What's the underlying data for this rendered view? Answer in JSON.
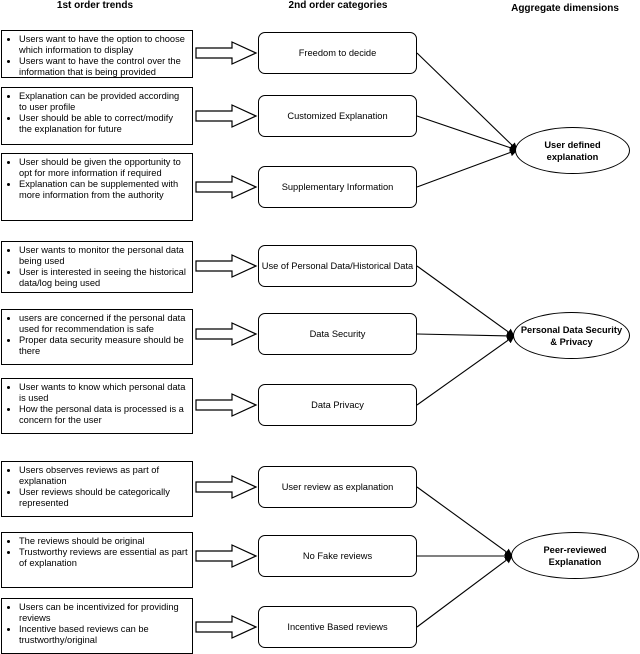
{
  "headers": {
    "first_order": "1st order trends",
    "second_order": "2nd order categories",
    "aggregate": "Aggregate dimensions"
  },
  "groups": [
    {
      "aggregate": [
        "User defined",
        "explanation"
      ],
      "rows": [
        {
          "category": "Freedom to decide",
          "trends": [
            "Users want to have the option to choose which information to display",
            "Users want to have the control over the information that is being provided"
          ]
        },
        {
          "category": "Customized Explanation",
          "trends": [
            "Explanation can be provided according to user profile",
            "User should be able to correct/modify the explanation for future"
          ]
        },
        {
          "category": "Supplementary Information",
          "trends": [
            "User should be given the opportunity to opt for more information if required",
            "Explanation can be supplemented with more information from the authority"
          ]
        }
      ]
    },
    {
      "aggregate": [
        "Personal Data Security",
        "& Privacy"
      ],
      "rows": [
        {
          "category": "Use of Personal Data/Historical Data",
          "trends": [
            "User wants to monitor the personal data being used",
            "User is interested in seeing the historical data/log being used"
          ]
        },
        {
          "category": "Data Security",
          "trends": [
            "users are concerned if the personal data used for recommendation is safe",
            "Proper data security measure should be there"
          ]
        },
        {
          "category": "Data Privacy",
          "trends": [
            "User wants to know which personal data is used",
            "How the personal data is processed is a concern for the user"
          ]
        }
      ]
    },
    {
      "aggregate": [
        "Peer-reviewed Explanation"
      ],
      "rows": [
        {
          "category": "User review as explanation",
          "trends": [
            "Users observes reviews as part of explanation",
            "User reviews should be categorically represented"
          ]
        },
        {
          "category": "No Fake reviews",
          "trends": [
            "The reviews should be original",
            "Trustworthy reviews are essential as part of explanation"
          ]
        },
        {
          "category": "Incentive Based reviews",
          "trends": [
            "Users can be incentivized for providing reviews",
            "Incentive based reviews can be trustworthy/original"
          ]
        }
      ]
    }
  ]
}
